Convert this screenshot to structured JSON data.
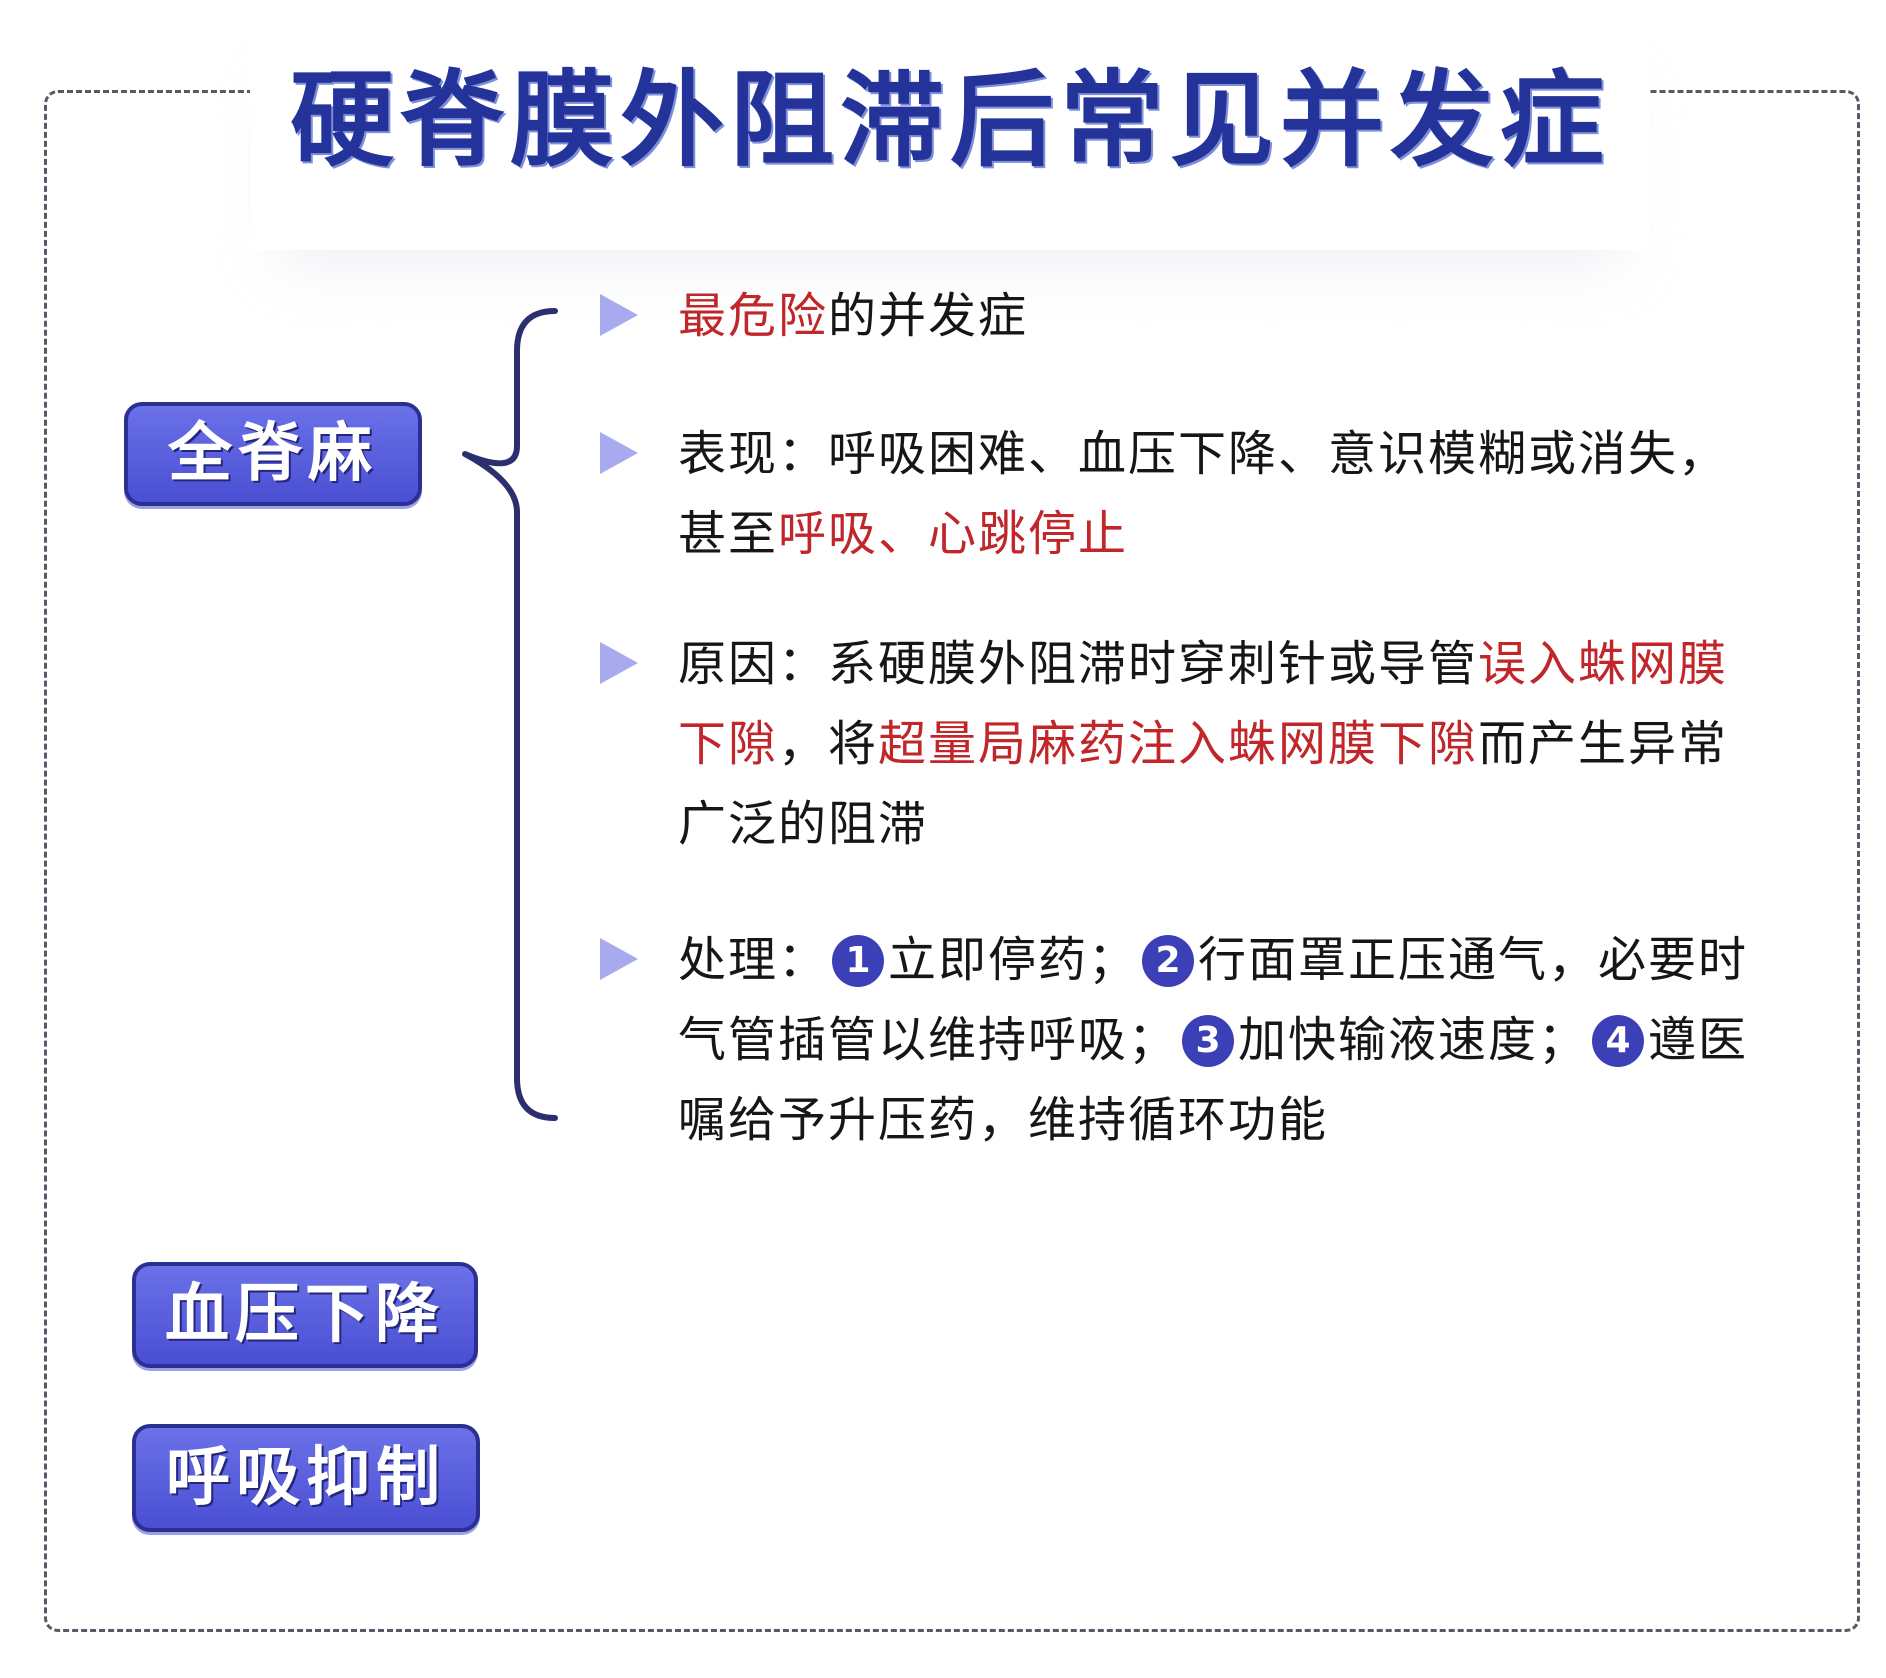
{
  "title": "硬脊膜外阻滞后常见并发症",
  "tags": {
    "t1": "全脊麻",
    "t2": "血压下降",
    "t3": "呼吸抑制"
  },
  "colors": {
    "accent": "#23339a",
    "tag": "#5156d8",
    "highlight": "#c0262a",
    "arrow": "#a7aaee"
  },
  "items": [
    {
      "segments": [
        {
          "text": "最危险",
          "red": true
        },
        {
          "text": "的并发症",
          "red": false
        }
      ]
    },
    {
      "segments": [
        {
          "text": "表现：呼吸困难、血压下降、意识模糊或消失，甚至",
          "red": false
        },
        {
          "text": "呼吸、心跳停止",
          "red": true
        }
      ]
    },
    {
      "segments": [
        {
          "text": "原因：系硬膜外阻滞时穿刺针或导管",
          "red": false
        },
        {
          "text": "误入蛛网膜下隙",
          "red": true
        },
        {
          "text": "，将",
          "red": false
        },
        {
          "text": "超量局麻药注入蛛网膜下隙",
          "red": true
        },
        {
          "text": "而产生异常广泛的阻滞",
          "red": false
        }
      ]
    },
    {
      "segments": [
        {
          "text": "处理：",
          "red": false
        },
        {
          "num": "1"
        },
        {
          "text": "立即停药；",
          "red": false
        },
        {
          "num": "2"
        },
        {
          "text": "行面罩正压通气，必要时气管插管以维持呼吸；",
          "red": false
        },
        {
          "num": "3"
        },
        {
          "text": "加快输液速度；",
          "red": false
        },
        {
          "num": "4"
        },
        {
          "text": "遵医嘱给予升压药，维持循环功能",
          "red": false
        }
      ]
    }
  ]
}
